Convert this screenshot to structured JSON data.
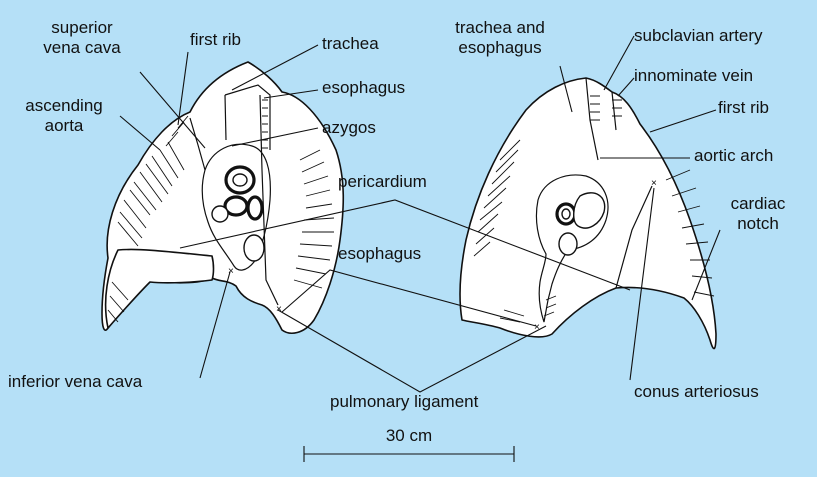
{
  "labels": {
    "superior_vena_cava": [
      "superior",
      "vena cava"
    ],
    "first_rib_left": "first rib",
    "trachea": "trachea",
    "esophagus_top": "esophagus",
    "ascending_aorta": [
      "ascending",
      "aorta"
    ],
    "azygos": "azygos",
    "pericardium": "pericardium",
    "esophagus_mid": "esophagus",
    "inferior_vena_cava": "inferior vena cava",
    "pulmonary_ligament": "pulmonary ligament",
    "trachea_and_esophagus": [
      "trachea and",
      "esophagus"
    ],
    "subclavian_artery": "subclavian artery",
    "innominate_vein": "innominate vein",
    "first_rib_right": "first rib",
    "aortic_arch": "aortic arch",
    "cardiac_notch": [
      "cardiac",
      "notch"
    ],
    "conus_arteriosus": "conus arteriosus"
  },
  "scale_bar": {
    "label": "30 cm"
  },
  "colors": {
    "background": "#b5e0f7",
    "organ_fill": "#ffffff",
    "ink": "#111111"
  }
}
